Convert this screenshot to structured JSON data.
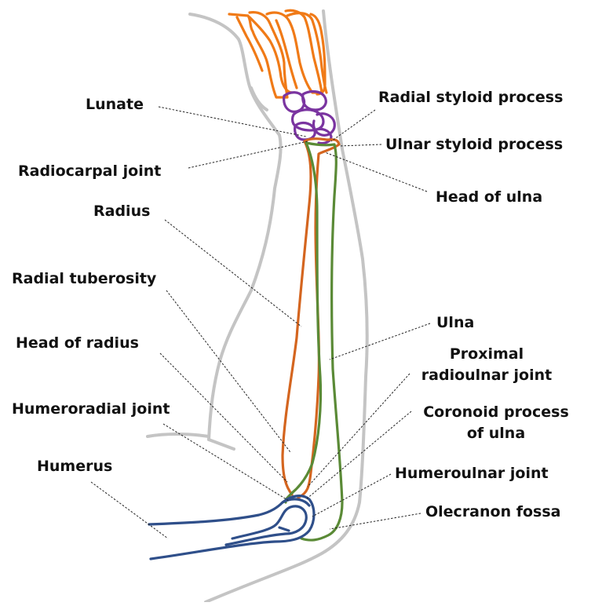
{
  "colors": {
    "outline": "#c4c4c4",
    "hand": "#f07a17",
    "carpal": "#7a34a0",
    "radius": "#d4651f",
    "ulna": "#5a8a36",
    "humerus": "#2f4f8a",
    "label": "#111111"
  },
  "labels": {
    "lunate": "Lunate",
    "radiocarpal_joint": "Radiocarpal joint",
    "radius": "Radius",
    "radial_tuberosity": "Radial tuberosity",
    "head_of_radius": "Head of radius",
    "humeroradial_joint": "Humeroradial joint",
    "humerus": "Humerus",
    "radial_styloid_process": "Radial styloid process",
    "ulnar_styloid_process": "Ulnar styloid process",
    "head_of_ulna": "Head of ulna",
    "ulna": "Ulna",
    "proximal_radioulnar_joint_line1": "Proximal",
    "proximal_radioulnar_joint_line2": "radioulnar joint",
    "coronoid_process_line1": "Coronoid process",
    "coronoid_process_line2": "of ulna",
    "humeroulnar_joint": "Humeroulnar joint",
    "olecranon_fossa": "Olecranon fossa"
  }
}
